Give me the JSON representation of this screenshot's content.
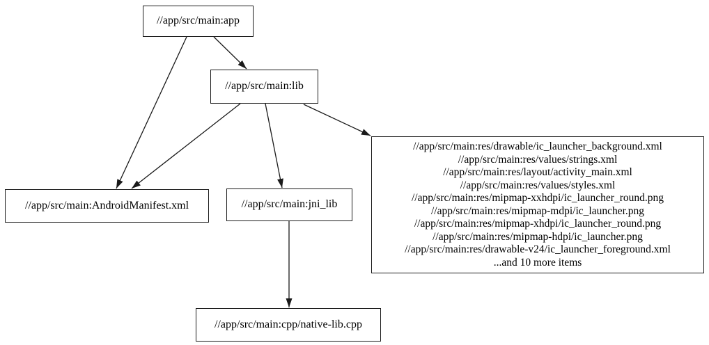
{
  "diagram": {
    "type": "dependency-graph",
    "background_color": "#ffffff",
    "node_border_color": "#1a1a1a",
    "edge_color": "#1a1a1a",
    "text_color": "#000000",
    "nodes": {
      "app": {
        "label": "//app/src/main:app"
      },
      "lib": {
        "label": "//app/src/main:lib"
      },
      "manifest": {
        "label": "//app/src/main:AndroidManifest.xml"
      },
      "jni_lib": {
        "label": "//app/src/main:jni_lib"
      },
      "res": {
        "lines": [
          "//app/src/main:res/drawable/ic_launcher_background.xml",
          "//app/src/main:res/values/strings.xml",
          "//app/src/main:res/layout/activity_main.xml",
          "//app/src/main:res/values/styles.xml",
          "//app/src/main:res/mipmap-xxhdpi/ic_launcher_round.png",
          "//app/src/main:res/mipmap-mdpi/ic_launcher.png",
          "//app/src/main:res/mipmap-xhdpi/ic_launcher_round.png",
          "//app/src/main:res/mipmap-hdpi/ic_launcher.png",
          "//app/src/main:res/drawable-v24/ic_launcher_foreground.xml",
          "...and 10 more items"
        ]
      },
      "native_lib": {
        "label": "//app/src/main:cpp/native-lib.cpp"
      }
    },
    "edges": [
      {
        "from": "app",
        "to": "manifest"
      },
      {
        "from": "app",
        "to": "lib"
      },
      {
        "from": "lib",
        "to": "manifest"
      },
      {
        "from": "lib",
        "to": "jni_lib"
      },
      {
        "from": "lib",
        "to": "res"
      },
      {
        "from": "jni_lib",
        "to": "native_lib"
      }
    ]
  }
}
